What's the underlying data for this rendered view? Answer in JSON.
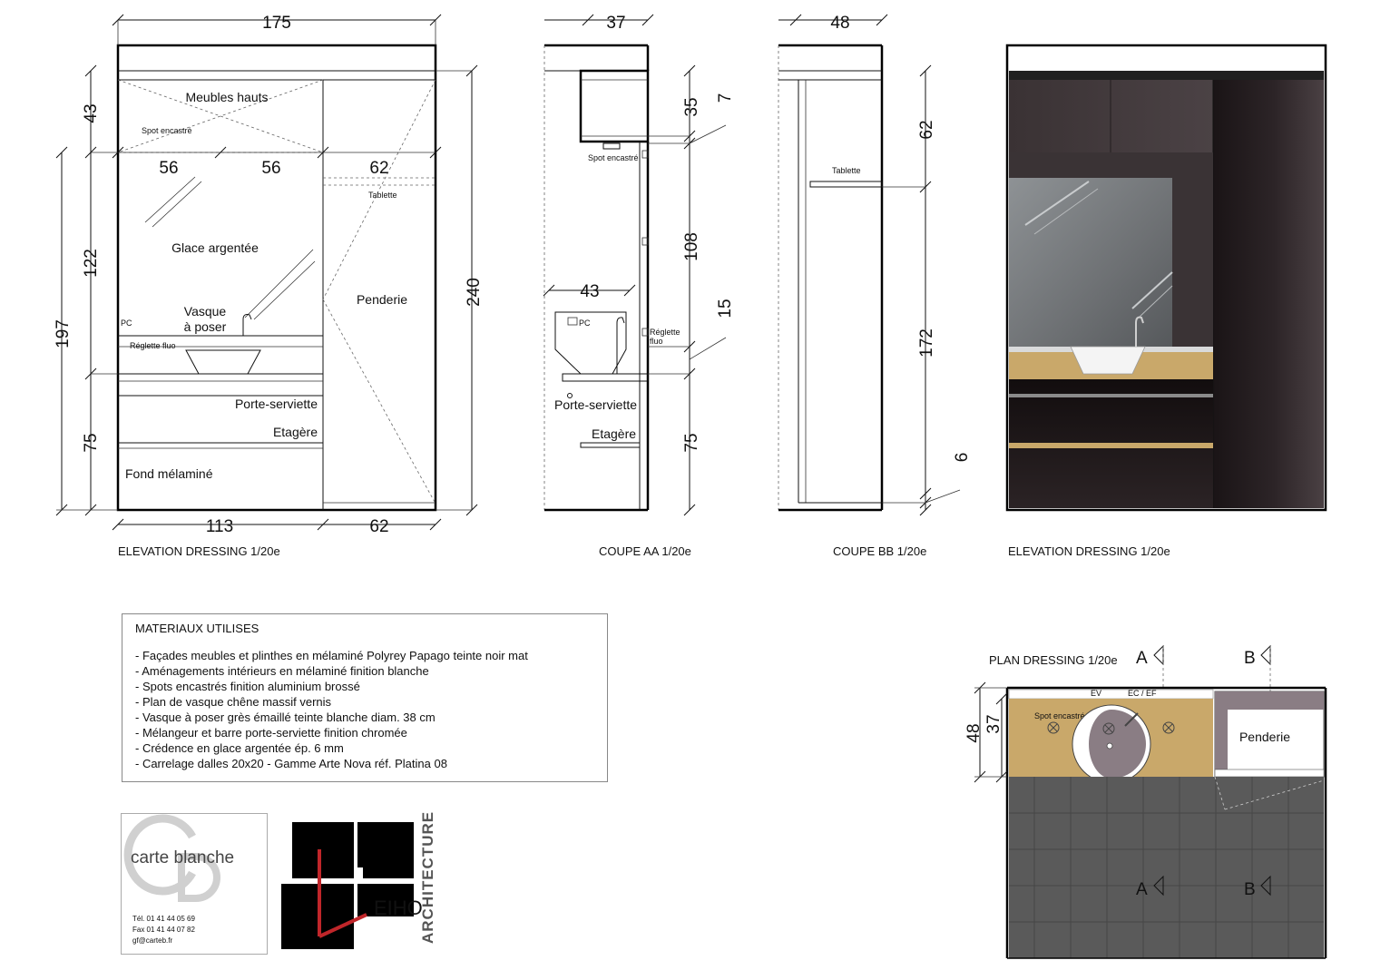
{
  "elevation_1": {
    "caption": "ELEVATION DRESSING 1/20e",
    "dims": {
      "top": "175",
      "mid_a": "56",
      "mid_b": "56",
      "mid_c": "62",
      "left_a": "43",
      "left_b": "122",
      "left_c": "75",
      "outer_left": "197",
      "right": "240",
      "bottom_a": "113",
      "bottom_b": "62"
    },
    "labels": {
      "meubles_hauts": "Meubles hauts",
      "spot": "Spot encastré",
      "tablette": "Tablette",
      "glace": "Glace argentée",
      "penderie": "Penderie",
      "vasque_1": "Vasque",
      "vasque_2": "à poser",
      "pc": "PC",
      "reglette": "Réglette fluo",
      "porte_serviette": "Porte-serviette",
      "etagere": "Etagère",
      "fond": "Fond mélaminé"
    }
  },
  "coupe_aa": {
    "caption": "COUPE AA 1/20e",
    "dims": {
      "top": "37",
      "d35": "35",
      "d7": "7",
      "d108": "108",
      "d43": "43",
      "d15": "15",
      "d75": "75"
    },
    "labels": {
      "spot": "Spot encastré",
      "pc": "PC",
      "reglette_1": "Réglette",
      "reglette_2": "fluo",
      "porte_serviette": "Porte-serviette",
      "etagere": "Etagère"
    }
  },
  "coupe_bb": {
    "caption": "COUPE BB 1/20e",
    "dims": {
      "top": "48",
      "d62": "62",
      "d172": "172",
      "d6": "6"
    },
    "labels": {
      "tablette": "Tablette"
    }
  },
  "elevation_2": {
    "caption": "ELEVATION DRESSING 1/20e"
  },
  "materials": {
    "title": "MATERIAUX UTILISES",
    "items": [
      "- Façades meubles et plinthes en mélaminé Polyrey Papago teinte noir mat",
      "- Aménagements intérieurs en mélaminé finition blanche",
      "- Spots encastrés finition aluminium brossé",
      "- Plan de vasque chêne massif vernis",
      "- Vasque à poser grès émaillé teinte blanche diam. 38 cm",
      "- Mélangeur et barre porte-serviette finition chromée",
      "- Crédence en glace argentée ép. 6 mm",
      "- Carrelage dalles 20x20 - Gamme Arte Nova réf. Platina 08"
    ]
  },
  "plan": {
    "caption": "PLAN DRESSING 1/20e",
    "mark_a": "A",
    "mark_b": "B",
    "dims": {
      "d48": "48",
      "d37": "37"
    },
    "labels": {
      "spot": "Spot encastré",
      "penderie": "Penderie",
      "ev": "EV",
      "ec": "EC / EF"
    }
  },
  "card": {
    "name": "carte blanche",
    "tel": "Tél. 01 41 44 05 69",
    "fax": "Fax 01 41 44 07 82",
    "email": "gf@carteb.fr"
  },
  "architect": {
    "logo": "EIHO",
    "word": "ARCHITECTURE"
  },
  "colors": {
    "cabinet_dark": "#2a2224",
    "oak": "#c9a86a",
    "tile": "#5a5a5a",
    "accent_red": "#c0262a"
  }
}
